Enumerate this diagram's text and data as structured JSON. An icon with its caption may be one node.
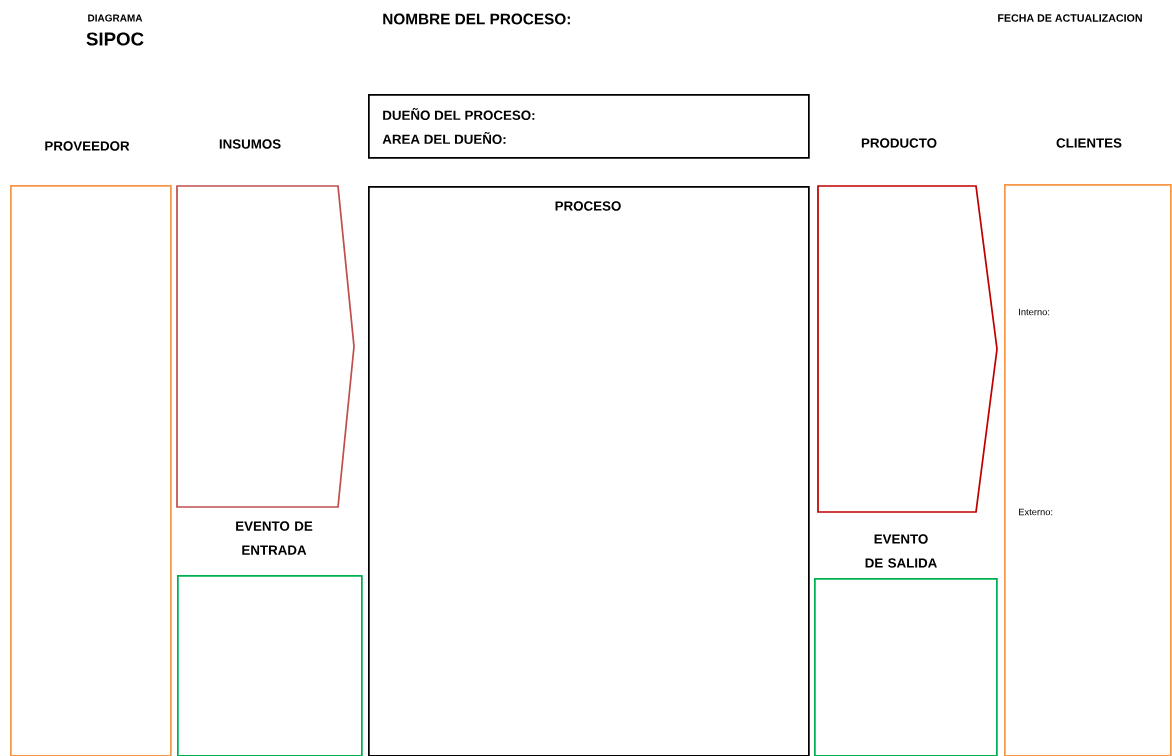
{
  "diagram": {
    "nodes": [
      {
        "text": [
          "PROVEEDOR"
        ]
      },
      {
        "text": [
          "INSUMOS"
        ]
      },
      {
        "text": [
          "DUEÑO DEL PROCESO:",
          "AREA DEL DUEÑO:"
        ]
      },
      {
        "text": [
          "PROCESO"
        ]
      },
      {
        "text": [
          "PRODUCTO"
        ]
      },
      {
        "text": [
          "CLIENTES",
          "Interno:",
          "Externo:"
        ]
      },
      {
        "text": [
          "EVENTO DE ENTRADA"
        ]
      },
      {
        "text": [
          "EVENTO DE SALIDA"
        ]
      }
    ],
    "labels": [
      "DIAGRAMA",
      "SIPOC",
      "NOMBRE DEL PROCESO:",
      "FECHA DE ACTUALIZACION"
    ]
  }
}
